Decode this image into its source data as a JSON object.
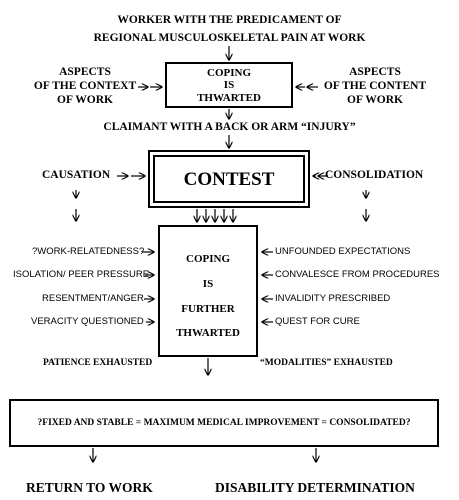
{
  "top": {
    "line1": "WORKER WITH THE PREDICAMENT OF",
    "line2": "REGIONAL MUSCULOSKELETAL PAIN AT WORK"
  },
  "context": {
    "left_line1": "ASPECTS",
    "left_line2": "OF THE CONTEXT",
    "left_line3": "OF WORK",
    "right_line1": "ASPECTS",
    "right_line2": "OF THE CONTENT",
    "right_line3": "OF WORK"
  },
  "coping_box": {
    "line1": "COPING",
    "line2": "IS",
    "line3": "THWARTED"
  },
  "claimant": "CLAIMANT WITH A BACK OR ARM “INJURY”",
  "contest": {
    "label": "CONTEST",
    "left": "CAUSATION",
    "right": "CONSOLIDATION"
  },
  "further_box": {
    "line1": "COPING",
    "line2": "IS",
    "line3": "FURTHER",
    "line4": "THWARTED"
  },
  "left_factors": [
    "?WORK-RELATEDNESS?",
    "ISOLATION/ PEER PRESSURE",
    "RESENTMENT/ANGER",
    "VERACITY QUESTIONED"
  ],
  "right_factors": [
    "UNFOUNDED EXPECTATIONS",
    "CONVALESCE FROM PROCEDURES",
    "INVALIDITY PRESCRIBED",
    "QUEST FOR CURE"
  ],
  "exhausted": {
    "left": "PATIENCE EXHAUSTED",
    "right": "“MODALITIES” EXHAUSTED"
  },
  "bottom_box": "?FIXED AND STABLE = MAXIMUM MEDICAL IMPROVEMENT = CONSOLIDATED?",
  "outcomes": {
    "left": "RETURN TO WORK",
    "right": "DISABILITY DETERMINATION"
  }
}
